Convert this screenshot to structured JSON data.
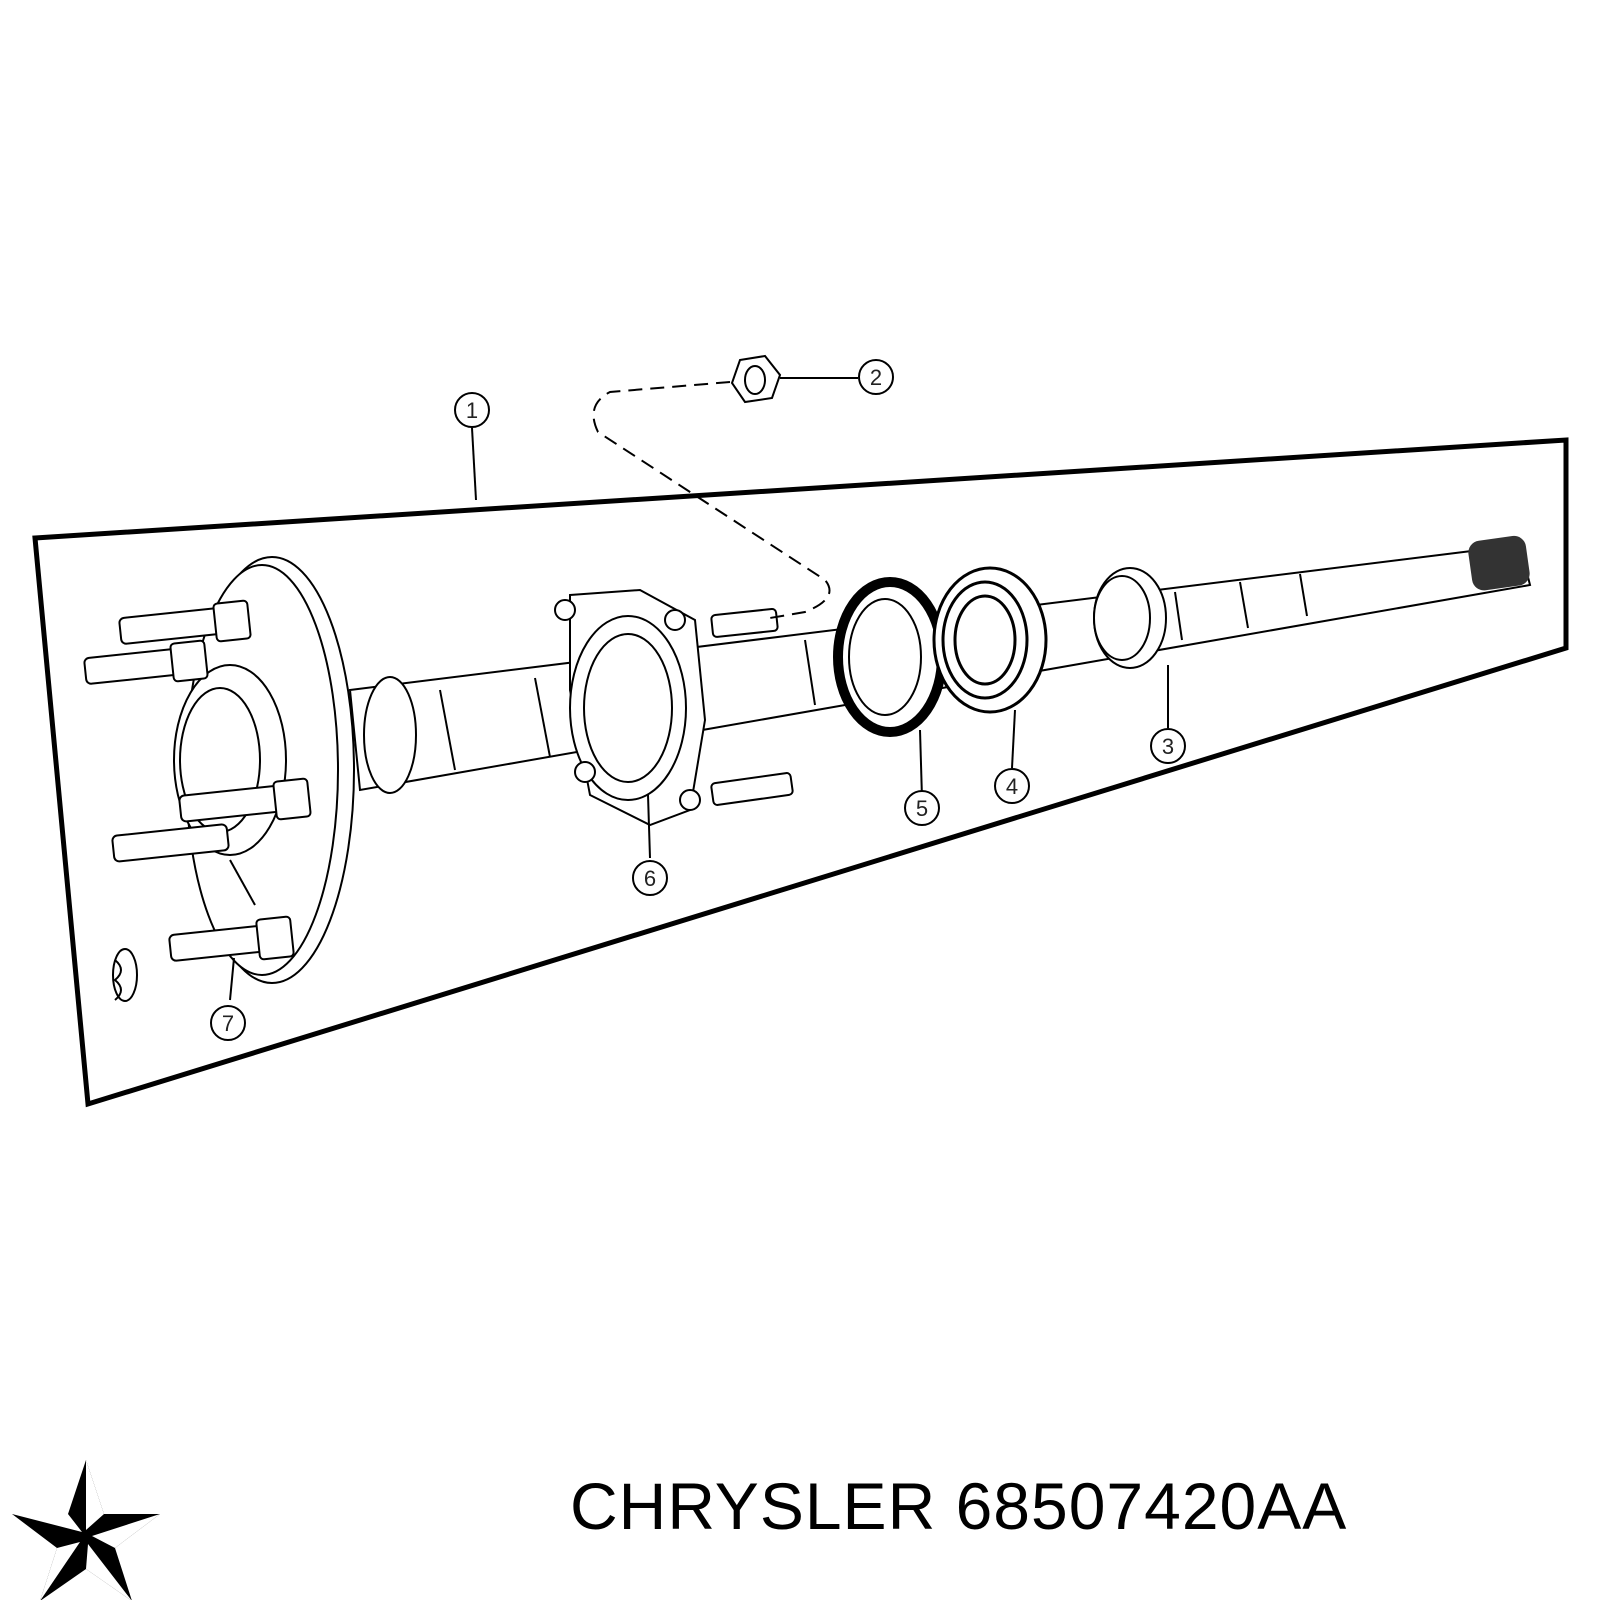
{
  "brand": {
    "name": "CHRYSLER",
    "part_number": "68507420AA",
    "logo_icon": "pentastar-icon"
  },
  "callouts": [
    {
      "id": "1",
      "label": "1"
    },
    {
      "id": "2",
      "label": "2"
    },
    {
      "id": "3",
      "label": "3"
    },
    {
      "id": "4",
      "label": "4"
    },
    {
      "id": "5",
      "label": "5"
    },
    {
      "id": "6",
      "label": "6"
    },
    {
      "id": "7",
      "label": "7"
    }
  ],
  "colors": {
    "line": "#000000",
    "background": "#ffffff"
  }
}
